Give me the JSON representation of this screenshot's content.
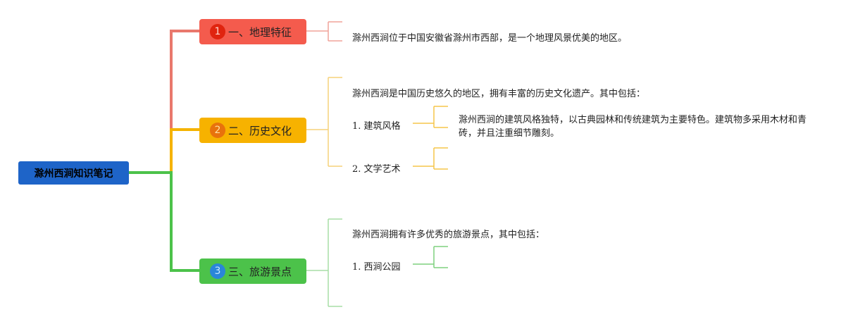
{
  "root": {
    "label": "滁州西涧知识笔记"
  },
  "topic1": {
    "badge": "1",
    "label": "一、地理特征",
    "text": "滁州西涧位于中国安徽省滁州市西部，是一个地理风景优美的地区。"
  },
  "topic2": {
    "badge": "2",
    "label": "二、历史文化",
    "intro": "滁州西涧是中国历史悠久的地区，拥有丰富的历史文化遗产。其中包括：",
    "items": [
      {
        "label": "1. 建筑风格",
        "detail": "滁州西涧的建筑风格独特，以古典园林和传统建筑为主要特色。建筑物多采用木材和青砖，并且注重细节雕刻。"
      },
      {
        "label": "2. 文学艺术"
      }
    ]
  },
  "topic3": {
    "badge": "3",
    "label": "三、旅游景点",
    "intro": "滁州西涧拥有许多优秀的旅游景点，其中包括：",
    "items": [
      {
        "label": "1. 西涧公园"
      }
    ]
  },
  "colors": {
    "root": "#1e64c8",
    "topic1": "#f45b4d",
    "topic2": "#f7b200",
    "topic3": "#4cc24a",
    "line1": "#e9786c",
    "line2": "#f5c04a",
    "line3": "#5ccf5b"
  }
}
